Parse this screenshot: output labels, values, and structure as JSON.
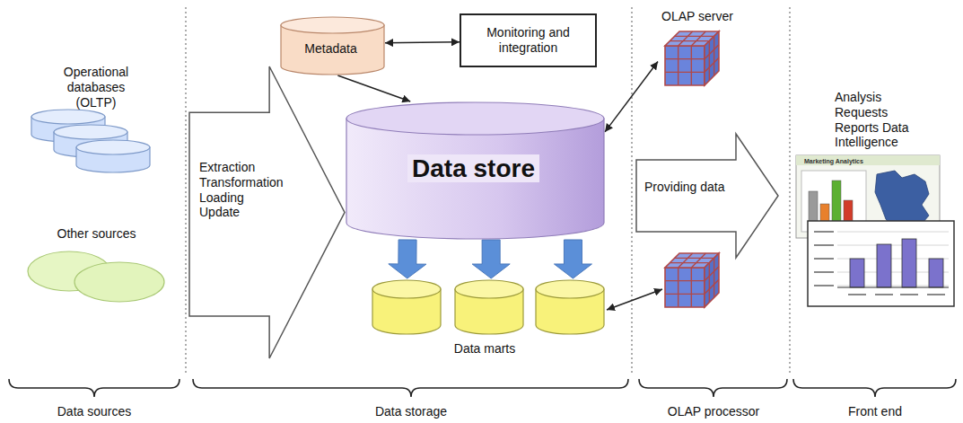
{
  "diagram": {
    "nodes": [
      {
        "text": [
          "Operational databases (OLTP)"
        ]
      },
      {
        "text": [
          "Other sources"
        ]
      },
      {
        "text": [
          "Extraction Transformation Loading Update"
        ]
      },
      {
        "text": [
          "Metadata"
        ]
      },
      {
        "text": [
          "Monitoring and integration"
        ]
      },
      {
        "text": [
          "Data store"
        ]
      },
      {
        "text": [
          "Data marts"
        ]
      },
      {
        "text": [
          "OLAP server"
        ]
      },
      {
        "text": [
          "Providing data"
        ]
      },
      {
        "text": [
          "Analysis Requests Reports Data Intelligence"
        ]
      }
    ],
    "edges": [
      {
        "from": 3,
        "to": 4,
        "arrow": "both"
      },
      {
        "from": 3,
        "to": 5,
        "arrow": "to"
      },
      {
        "from": 5,
        "to": 7,
        "arrow": "both"
      },
      {
        "from": 5,
        "to": 6,
        "arrow": "to"
      },
      {
        "from": 5,
        "to": 6,
        "arrow": "to"
      },
      {
        "from": 5,
        "to": 6,
        "arrow": "to"
      }
    ],
    "labels": [
      "Data sources",
      "Data storage",
      "OLAP processor",
      "Front end",
      "Marketing Analytics"
    ]
  }
}
